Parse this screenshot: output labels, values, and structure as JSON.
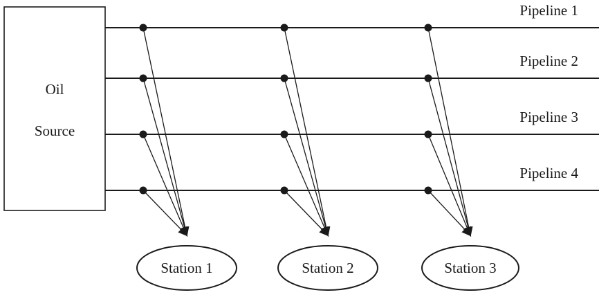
{
  "source": {
    "label_line1": "Oil",
    "label_line2": "Source"
  },
  "pipelines": [
    {
      "label": "Pipeline 1"
    },
    {
      "label": "Pipeline 2"
    },
    {
      "label": "Pipeline 3"
    },
    {
      "label": "Pipeline 4"
    }
  ],
  "stations": [
    {
      "label": "Station 1"
    },
    {
      "label": "Station 2"
    },
    {
      "label": "Station 3"
    }
  ],
  "colors": {
    "stroke": "#1a1a1a",
    "background": "#ffffff"
  }
}
